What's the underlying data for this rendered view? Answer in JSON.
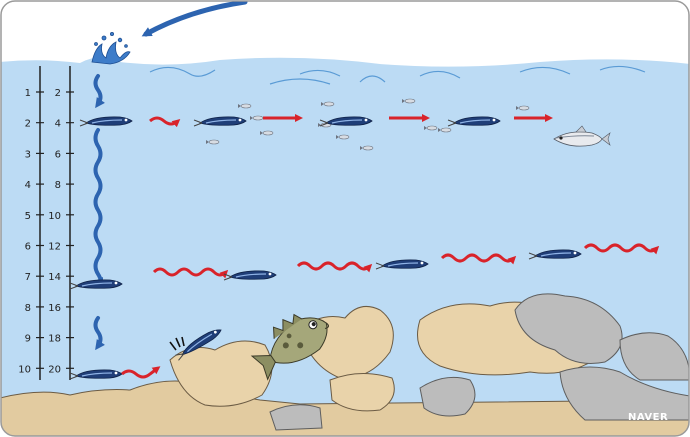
{
  "scale_left": [
    "1",
    "2",
    "3",
    "4",
    "5",
    "6",
    "7",
    "8",
    "9",
    "10"
  ],
  "scale_right": [
    "2",
    "4",
    "6",
    "8",
    "10",
    "12",
    "14",
    "16",
    "18",
    "20"
  ],
  "watermark": "NAVER",
  "colors": {
    "water": "#bcdbf4",
    "sky": "#ffffff",
    "sink_arrow": "#2d64b0",
    "retrieve_arrow": "#d9232a",
    "rock_tan": "#e9d3aa",
    "rock_grey": "#bcbcbc",
    "frame": "#9a9a9a"
  },
  "icons": {
    "lure": "jig-lure-icon",
    "baitfish": "baitfish-icon",
    "target_fish": "rockfish-icon",
    "prey_fish": "sardine-icon"
  }
}
